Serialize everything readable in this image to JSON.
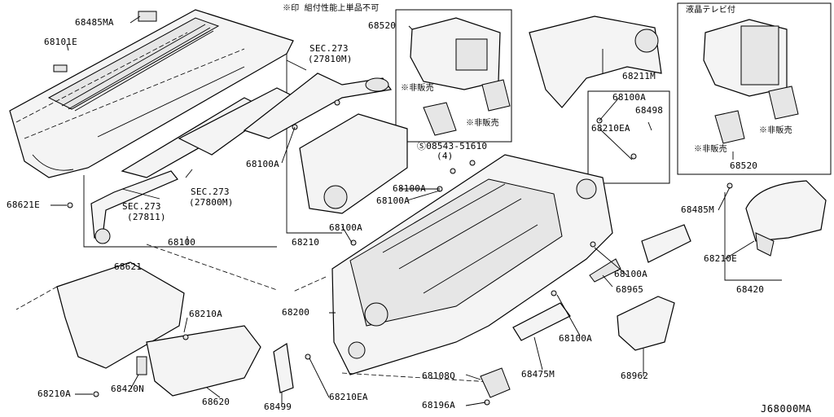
{
  "diagram": {
    "code": "J68000MA",
    "note_top": "※印 組付性能上単品不可",
    "panel_right_title": "液晶テレビ付",
    "labels": {
      "p68485MA": "68485MA",
      "p68101E": "68101E",
      "p68621E": "68621E",
      "p68100_left": "68100",
      "sec273_a": "SEC.273",
      "sec273_a_sub": "(27810M)",
      "sec273_b": "SEC.273",
      "sec273_b_sub": "(27811)",
      "sec273_c": "SEC.273",
      "sec273_c_sub": "(27800M)",
      "p68520_top": "68520",
      "hihanbai_1": "※非販売",
      "hihanbai_2": "※非販売",
      "p68211M": "68211M",
      "p68100A_1": "68100A",
      "p68498": "68498",
      "p68210EA_1": "68210EA",
      "hihanbai_3": "※非販売",
      "hihanbai_4": "※非販売",
      "p68520_right": "68520",
      "p68100A_2": "68100A",
      "screw": "Ⓢ08543-51610",
      "screw_qty": "(4)",
      "p68100A_3": "68100A",
      "p68100A_4": "68100A",
      "p68210": "68210",
      "p68100A_5": "68100A",
      "p68485M": "68485M",
      "p68210E": "68210E",
      "p68420": "68420",
      "p68100A_6": "68100A",
      "p68965": "68965",
      "p68621": "68621",
      "p68210A_1": "68210A",
      "p68200": "68200",
      "p68420N": "68420N",
      "p68210A_2": "68210A",
      "p68620": "68620",
      "p68499": "68499",
      "p68210EA_2": "68210EA",
      "p68108Q": "68108Q",
      "p68196A": "68196A",
      "p68475M": "68475M",
      "p68100A_7": "68100A",
      "p68962": "68962"
    }
  }
}
